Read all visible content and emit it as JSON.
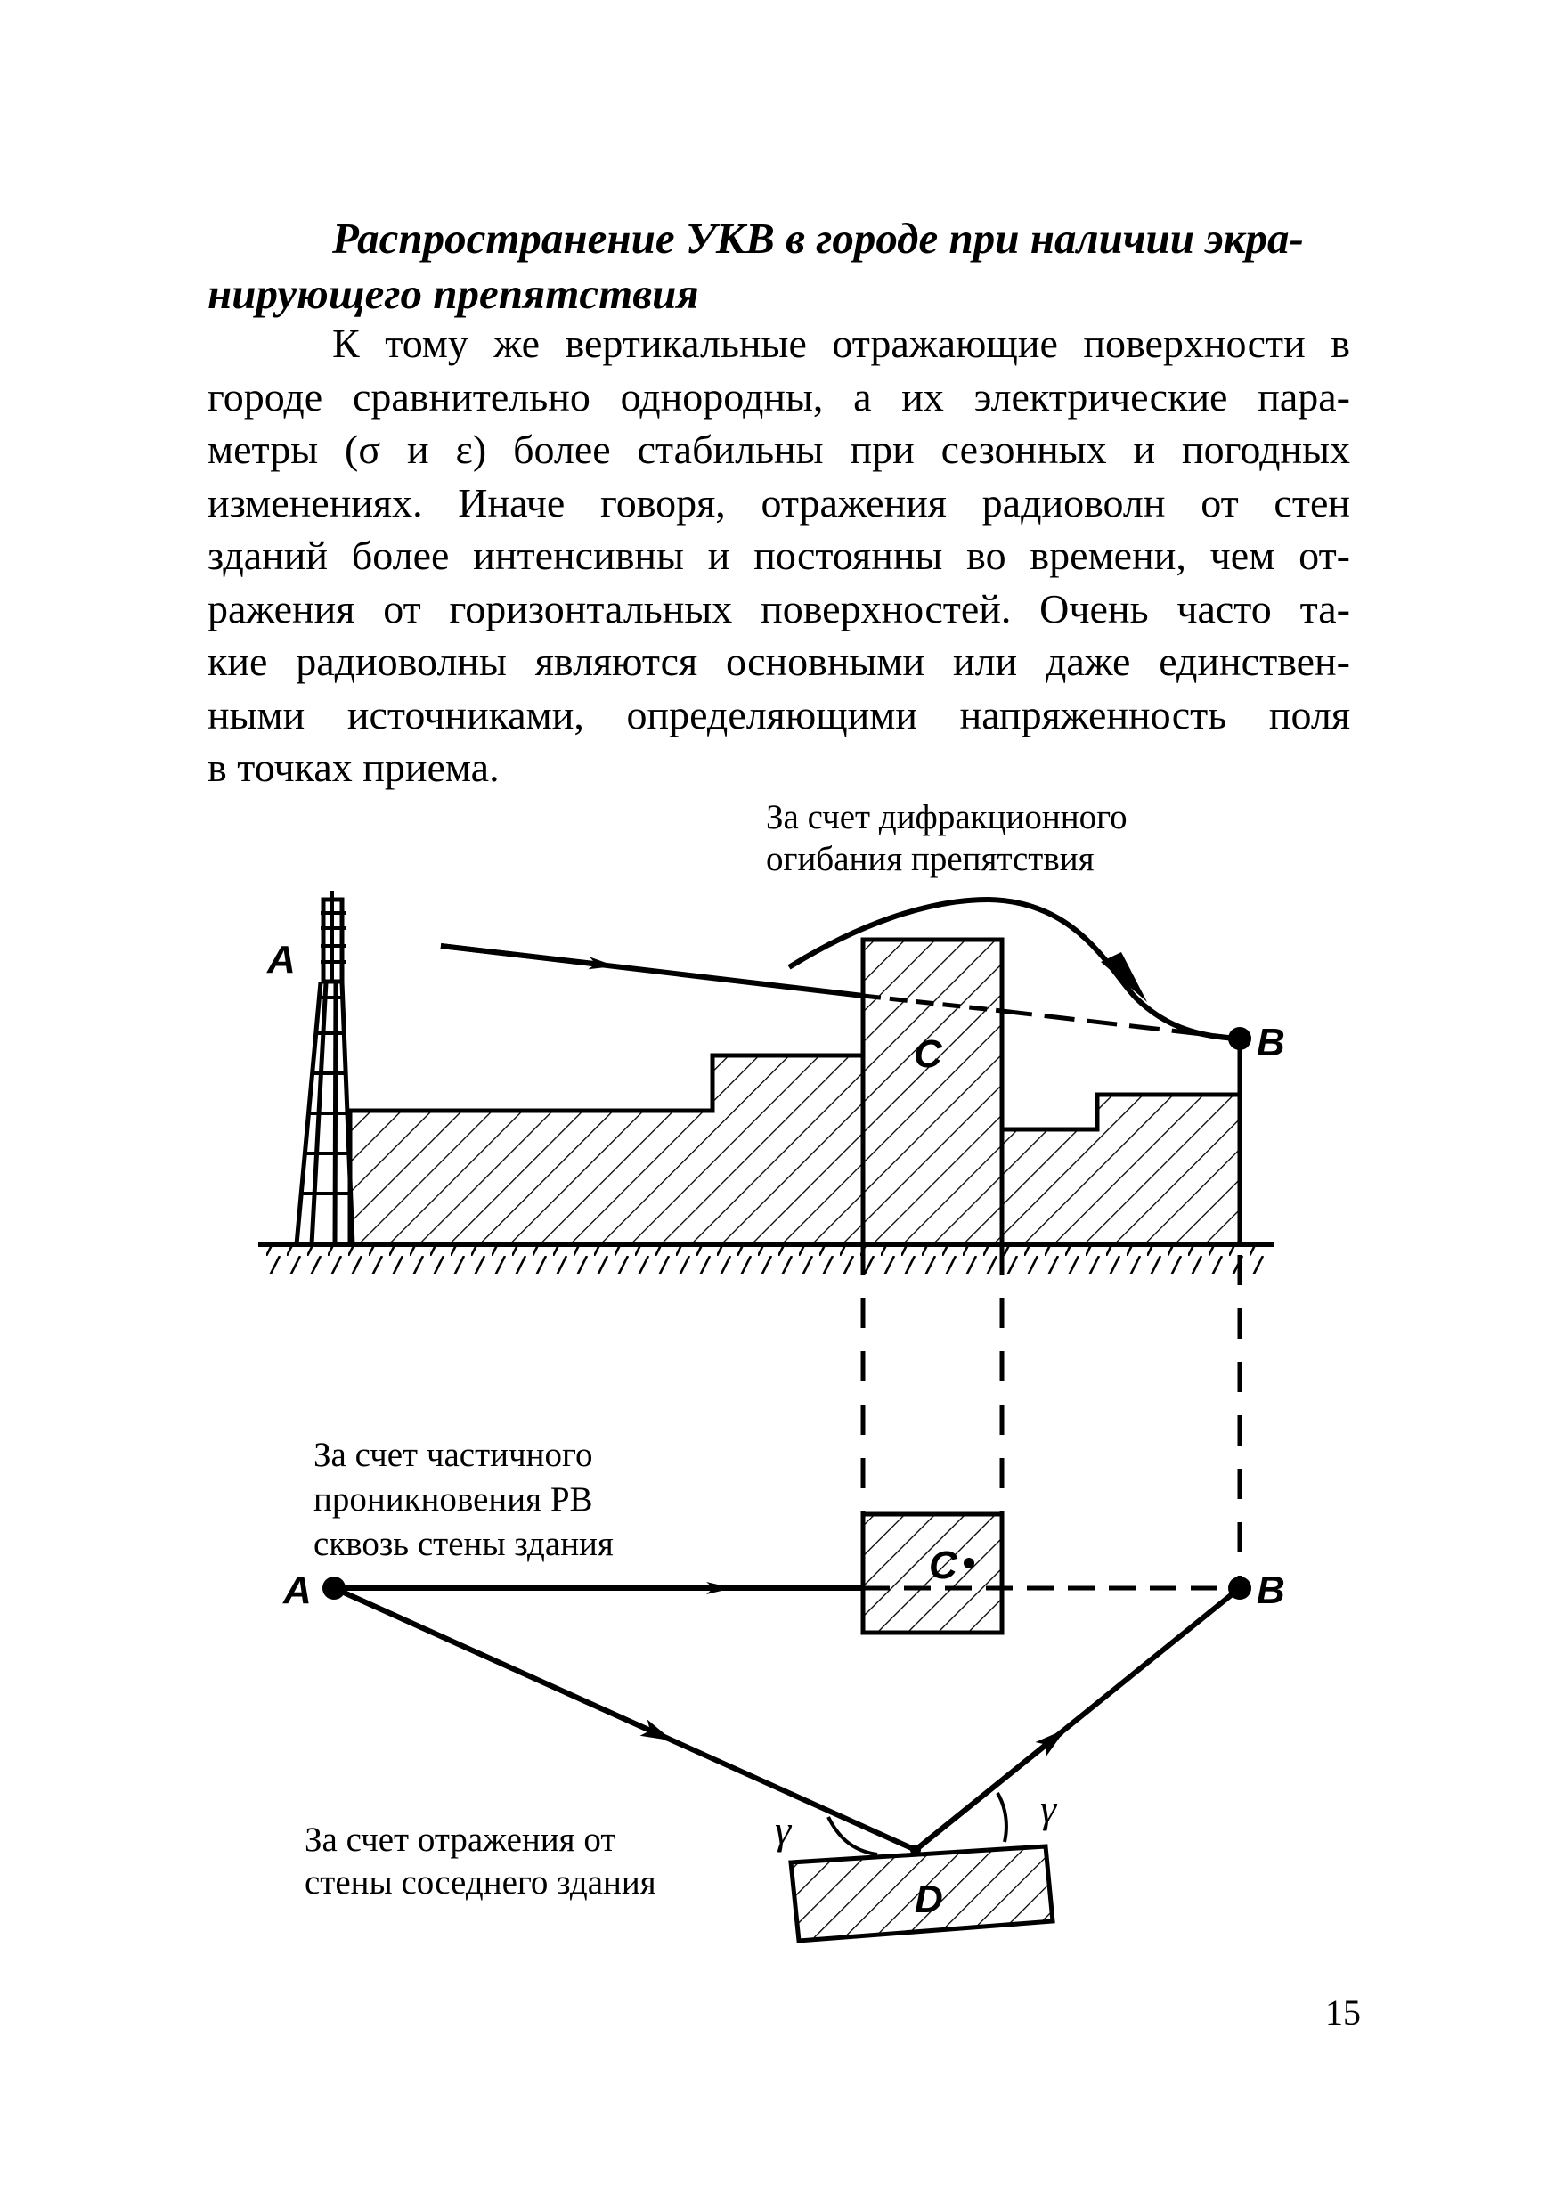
{
  "heading": {
    "line1": "Распространение УКВ в городе при наличии экра-",
    "line2": "нирующего препятствия"
  },
  "paragraph": {
    "lines": [
      "К тому же вертикальные отражающие поверхности в",
      "городе сравнительно однородны, а их электрические пара-",
      "метры (σ и ε) более стабильны при сезонных и погодных",
      "изменениях. Иначе говоря, отражения радиоволн от стен",
      "зданий более интенсивны и постоянны во времени, чем от-",
      "ражения от горизонтальных поверхностей. Очень часто та-",
      "кие радиоволны являются основными или даже единствен-",
      "ными источниками, определяющими напряженность поля",
      "в точках приема."
    ]
  },
  "figure": {
    "caption_diffraction": [
      "За счет дифракционного",
      "огибания препятствия"
    ],
    "caption_penetration": [
      "За счет частичного",
      "проникновения РВ",
      "сквозь стены здания"
    ],
    "caption_reflection": [
      "За счет отражения от",
      "стены соседнего здания"
    ],
    "point_labels": {
      "a_top": "A",
      "b_top": "B",
      "c_top": "C",
      "a_bottom": "A",
      "b_bottom": "B",
      "c_bottom": "C",
      "d": "D"
    },
    "angle_symbol": "γ"
  },
  "page_number": "15"
}
